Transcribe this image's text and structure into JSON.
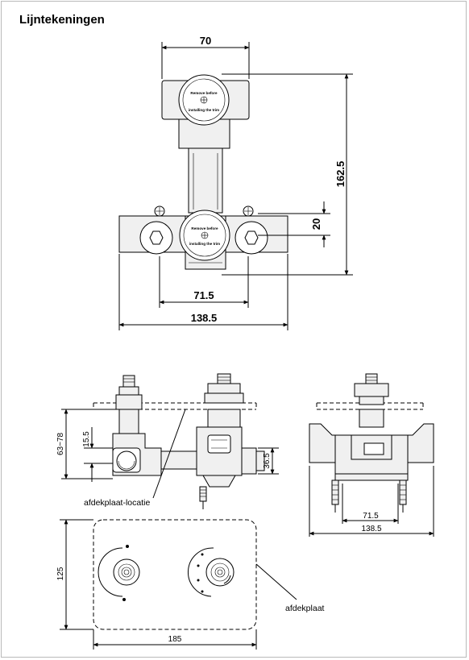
{
  "title": "Lijntekeningen",
  "top_view": {
    "dim_width_top": "70",
    "dim_height": "162.5",
    "dim_offset": "20",
    "dim_inner_width": "71.5",
    "dim_total_width": "138.5",
    "cartridge_text_line1": "Remove before",
    "cartridge_text_line2": "installing the trim"
  },
  "side_view": {
    "dim_depth_range": "63~78",
    "dim_depth_inner": "15.5",
    "dim_outlet": "36.5",
    "callout_cover_location": "afdekplaat-locatie"
  },
  "front_view": {
    "dim_inner_width": "71.5",
    "dim_total_width": "138.5"
  },
  "cover_plate": {
    "dim_height": "125",
    "dim_width": "185",
    "callout": "afdekplaat"
  }
}
